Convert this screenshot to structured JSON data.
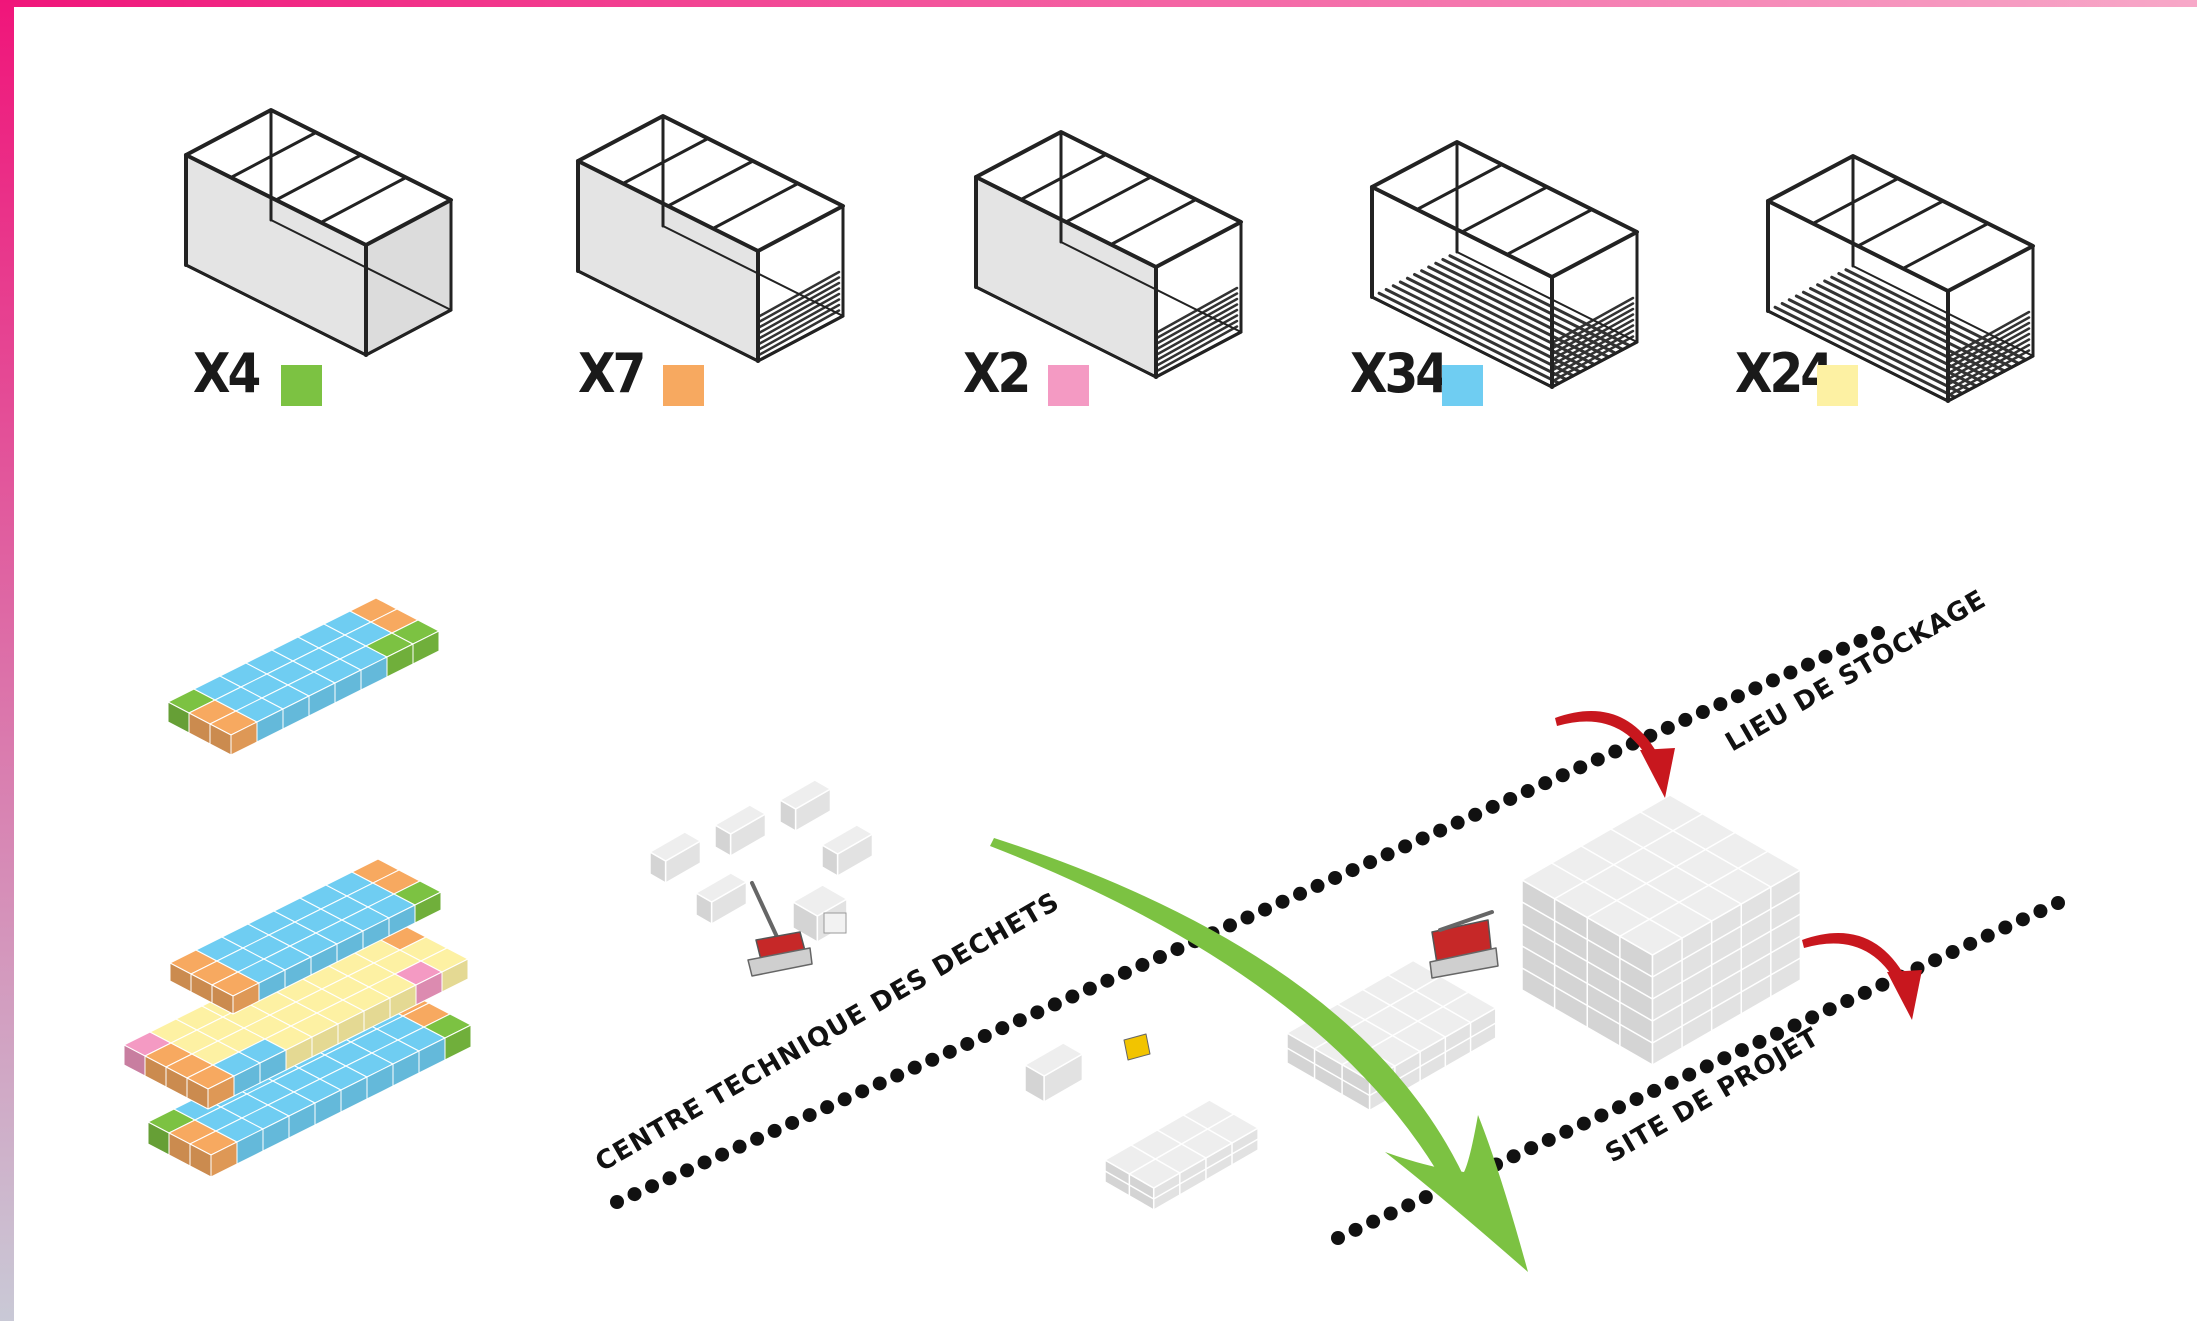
{
  "colors": {
    "frame_top": "#f0157a",
    "frame_side": "#f25fa5",
    "green": "#7cc242",
    "orange": "#f7a960",
    "pink": "#f49ac3",
    "blue": "#6fcdf2",
    "yellow": "#fdf1a3",
    "arrow_green": "#7cc242",
    "arrow_red": "#c8171e",
    "module_grey": "#e6e6e6"
  },
  "legend": [
    {
      "count": "X4",
      "color": "#7cc242",
      "type": "container-closed-sides"
    },
    {
      "count": "X7",
      "color": "#f7a960",
      "type": "container-open-end"
    },
    {
      "count": "X2",
      "color": "#f49ac3",
      "type": "container-open-end"
    },
    {
      "count": "X34",
      "color": "#6fcdf2",
      "type": "container-open-sides"
    },
    {
      "count": "X24",
      "color": "#fdf1a3",
      "type": "container-open-frame"
    }
  ],
  "sites": {
    "waste_center": "CENTRE TECHNIQUE DES DECHETS",
    "storage": "LIEU DE STOCKAGE",
    "project_site": "SITE DE PROJET"
  }
}
